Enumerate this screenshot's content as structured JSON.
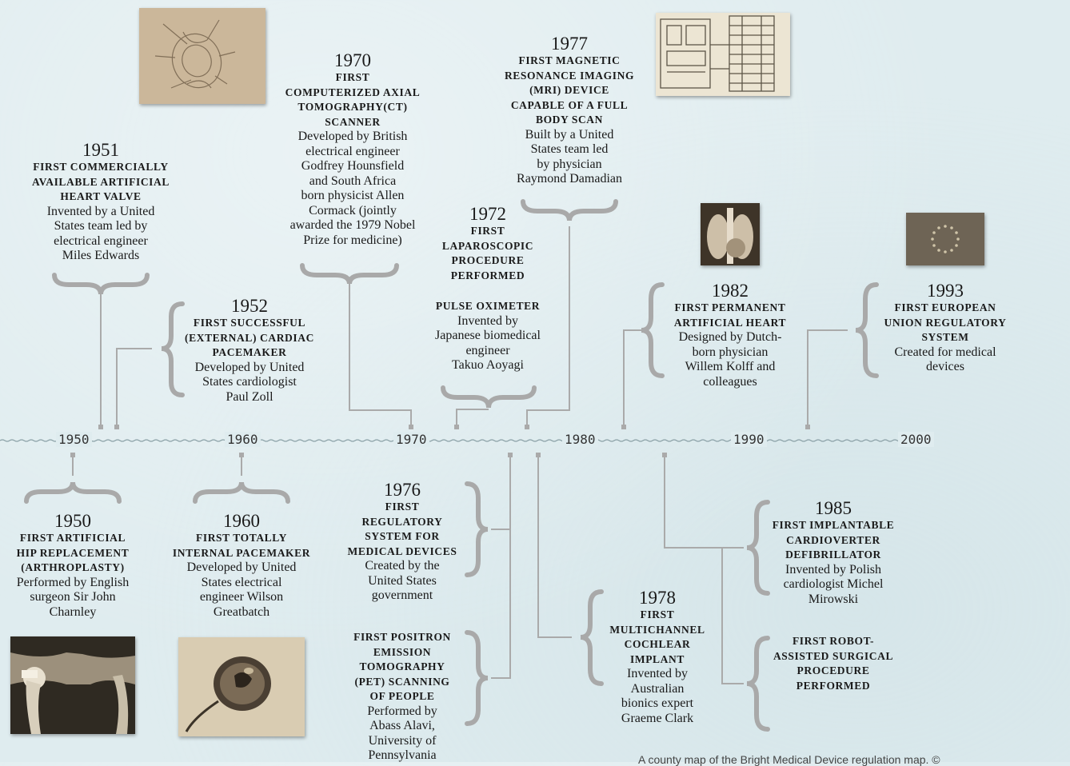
{
  "axis": {
    "ticks": [
      "1950",
      "1960",
      "1970",
      "1980",
      "1990",
      "2000"
    ]
  },
  "events": {
    "e1951": {
      "year": "1951",
      "title": [
        "FIRST COMMERCIALLY",
        "AVAILABLE ARTIFICIAL",
        "HEART VALVE"
      ],
      "desc": [
        "Invented by a United",
        "States team led by",
        "electrical engineer",
        "Miles Edwards"
      ]
    },
    "e1952": {
      "year": "1952",
      "title": [
        "FIRST SUCCESSFUL",
        "(EXTERNAL) CARDIAC",
        "PACEMAKER"
      ],
      "desc": [
        "Developed by United",
        "States cardiologist",
        "Paul Zoll"
      ]
    },
    "e1970": {
      "year": "1970",
      "title": [
        "FIRST",
        "COMPUTERIZED AXIAL",
        "TOMOGRAPHY(CT)",
        "SCANNER"
      ],
      "desc": [
        "Developed by British",
        "electrical engineer",
        "Godfrey Hounsfield",
        "and South Africa",
        "born physicist Allen",
        "Cormack (jointly",
        "awarded the 1979 Nobel",
        "Prize for medicine)"
      ]
    },
    "e1972": {
      "year": "1972",
      "title": [
        "FIRST",
        "LAPAROSCOPIC",
        "PROCEDURE",
        "PERFORMED"
      ],
      "desc": []
    },
    "pulse": {
      "year": "",
      "title": [
        "PULSE OXIMETER"
      ],
      "desc": [
        "Invented by",
        "Japanese biomedical",
        "engineer",
        "Takuo Aoyagi"
      ]
    },
    "e1977": {
      "year": "1977",
      "title": [
        "FIRST MAGNETIC",
        "RESONANCE IMAGING",
        "(MRI) DEVICE",
        "CAPABLE OF A FULL",
        "BODY SCAN"
      ],
      "desc": [
        "Built by a United",
        "States team led",
        "by physician",
        "Raymond Damadian"
      ]
    },
    "e1982": {
      "year": "1982",
      "title": [
        "FIRST PERMANENT",
        "ARTIFICIAL HEART"
      ],
      "desc": [
        "Designed by Dutch-",
        "born physician",
        "Willem Kolff and",
        "colleagues"
      ]
    },
    "e1993": {
      "year": "1993",
      "title": [
        "FIRST EUROPEAN",
        "UNION REGULATORY",
        "SYSTEM"
      ],
      "desc": [
        "Created for medical",
        "devices"
      ]
    },
    "e1950": {
      "year": "1950",
      "title": [
        "FIRST ARTIFICIAL",
        "HIP REPLACEMENT",
        "(ARTHROPLASTY)"
      ],
      "desc": [
        "Performed by English",
        "surgeon Sir John",
        "Charnley"
      ]
    },
    "e1960": {
      "year": "1960",
      "title": [
        "FIRST TOTALLY",
        "INTERNAL PACEMAKER"
      ],
      "desc": [
        "Developed by United",
        "States electrical",
        "engineer Wilson",
        "Greatbatch"
      ]
    },
    "e1976": {
      "year": "1976",
      "title": [
        "FIRST",
        "REGULATORY",
        "SYSTEM FOR",
        "MEDICAL DEVICES"
      ],
      "desc": [
        "Created by the",
        "United States",
        "government"
      ]
    },
    "pet": {
      "year": "",
      "title": [
        "FIRST POSITRON",
        "EMISSION",
        "TOMOGRAPHY",
        "(PET) SCANNING",
        "OF PEOPLE"
      ],
      "desc": [
        "Performed by",
        "Abass Alavi,",
        "University of",
        "Pennsylvania"
      ]
    },
    "e1978": {
      "year": "1978",
      "title": [
        "FIRST",
        "MULTICHANNEL",
        "COCHLEAR",
        "IMPLANT"
      ],
      "desc": [
        "Invented by",
        "Australian",
        "bionics expert",
        "Graeme Clark"
      ]
    },
    "e1985": {
      "year": "1985",
      "title": [
        "FIRST IMPLANTABLE",
        "CARDIOVERTER",
        "DEFIBRILLATOR"
      ],
      "desc": [
        "Invented by Polish",
        "cardiologist Michel",
        "Mirowski"
      ]
    },
    "robot": {
      "year": "",
      "title": [
        "FIRST ROBOT-",
        "ASSISTED SURGICAL",
        "PROCEDURE",
        "PERFORMED"
      ],
      "desc": []
    }
  },
  "footer_caption": "A county map of the Bright Medical Device regulation map. ©",
  "photos": [
    "heart-valve-sketch",
    "mri-schematic",
    "chest-xray",
    "eu-flag",
    "hip-xray",
    "pacemaker-device"
  ],
  "colors": {
    "background": "#dfecef",
    "bracket": "#a9a9a9",
    "connector": "#aaaaaa"
  }
}
